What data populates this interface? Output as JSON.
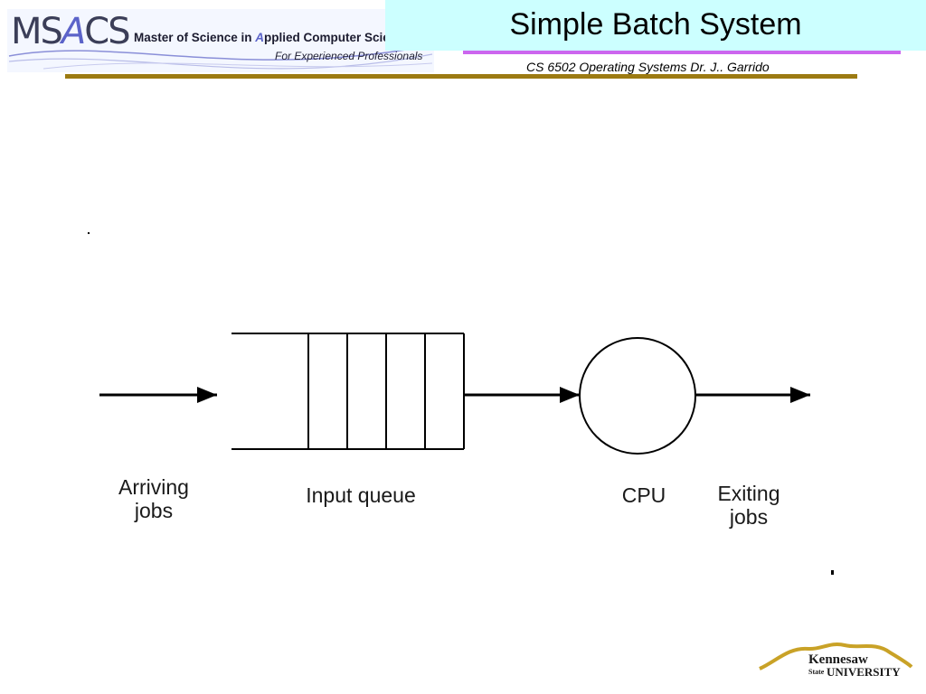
{
  "header": {
    "logo_ms": "MS",
    "logo_a": "A",
    "logo_cs": "CS",
    "logo_full_pre": "Master of Science in ",
    "logo_full_a": "A",
    "logo_full_post": "pplied Computer Science",
    "logo_sub": "For Experienced Professionals",
    "title": "Simple Batch System",
    "course": "CS 6502 Operating Systems   Dr. J.. Garrido"
  },
  "diagram": {
    "arriving_line1": "Arriving",
    "arriving_line2": "jobs",
    "queue": "Input queue",
    "cpu": "CPU",
    "exiting_line1": "Exiting",
    "exiting_line2": "jobs"
  },
  "footer": {
    "logo_line1": "Kennesaw",
    "logo_state": "State",
    "logo_univ": "UNIVERSITY"
  },
  "colors": {
    "title_bg": "#ccffff",
    "purple_rule": "#cc66ee",
    "gold_rule": "#9c7a12",
    "logo_accent": "#5b63c9"
  }
}
